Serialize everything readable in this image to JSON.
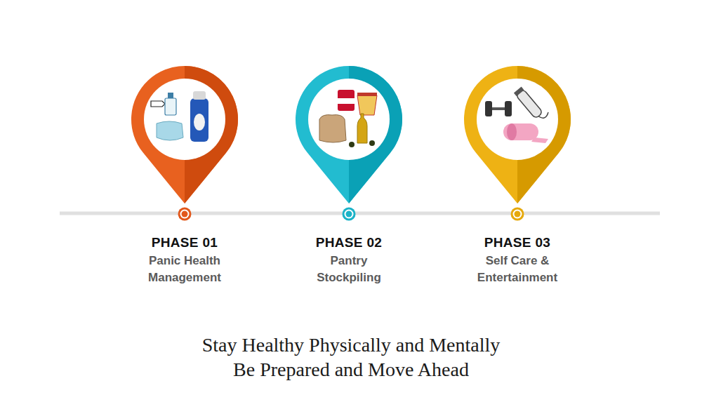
{
  "diagram": {
    "caption": "Stay Healthy Physically and Mentally Be Prepared and Move Ahead",
    "nodes": [
      {
        "text": [
          "PHASE 01",
          "Panic Health Management"
        ]
      },
      {
        "text": [
          "PHASE 02",
          "Pantry Stockpiling"
        ]
      },
      {
        "text": [
          "PHASE 03",
          "Self Care & Entertainment"
        ]
      }
    ]
  }
}
